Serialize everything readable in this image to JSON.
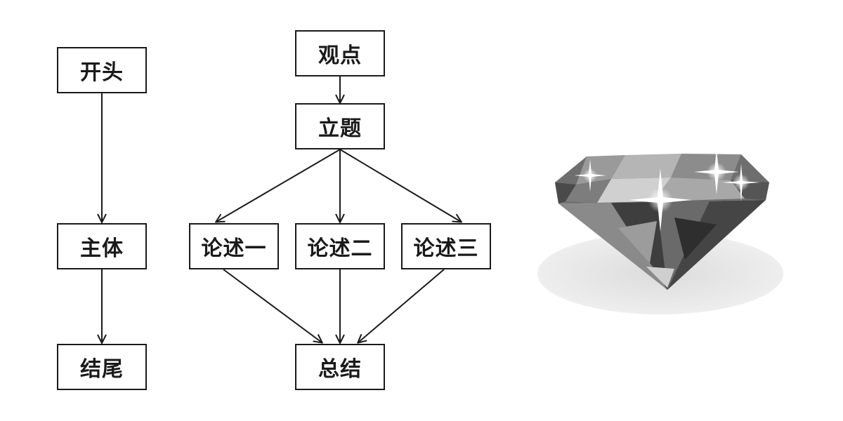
{
  "left_flow": {
    "start": "开头",
    "body": "主体",
    "end": "结尾"
  },
  "right_flow": {
    "viewpoint": "观点",
    "thesis": "立题",
    "arguments": [
      "论述一",
      "论述二",
      "论述三"
    ],
    "summary": "总结"
  },
  "colors": {
    "line": "#1a1a1a",
    "gem_dark": "#3a3a3a",
    "gem_mid": "#7a7a7a",
    "gem_light": "#c8c8c8",
    "shadow": "#e6e6e6"
  },
  "illustration": {
    "icon": "diamond-icon"
  }
}
